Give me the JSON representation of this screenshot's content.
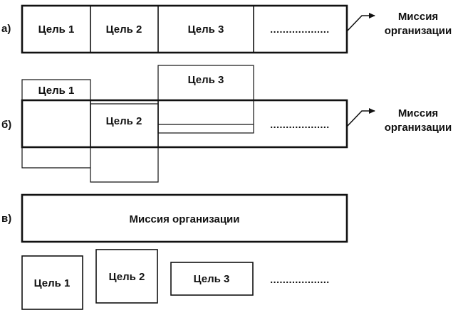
{
  "diagram": {
    "rows": {
      "a": {
        "label": "а)",
        "goals": [
          "Цель 1",
          "Цель 2",
          "Цель 3"
        ],
        "ellipsis": "...................",
        "mission_line1": "Миссия",
        "mission_line2": "организации"
      },
      "b": {
        "label": "б)",
        "goals": [
          "Цель 1",
          "Цель 2",
          "Цель 3"
        ],
        "ellipsis": "...................",
        "mission_line1": "Миссия",
        "mission_line2": "организации"
      },
      "c": {
        "label": "в)",
        "mission": "Миссия организации",
        "goals": [
          "Цель 1",
          "Цель 2",
          "Цель 3"
        ],
        "ellipsis": "..................."
      }
    },
    "colors": {
      "ink": "#111111",
      "background": "#ffffff"
    }
  }
}
